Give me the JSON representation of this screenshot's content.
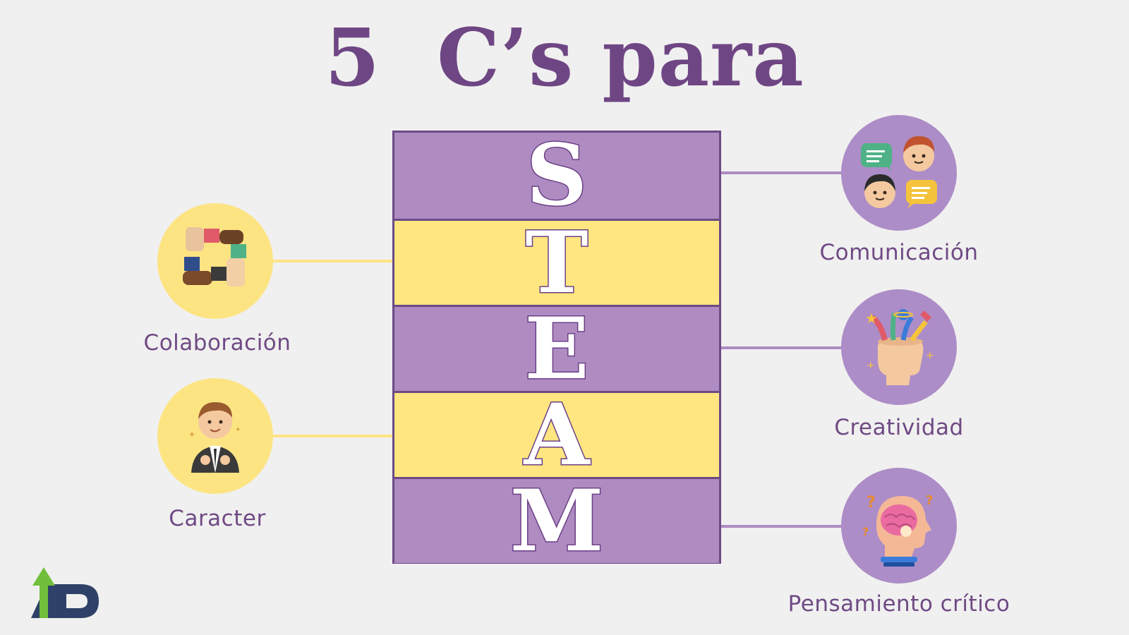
{
  "title": "5  C’s para",
  "steam_letters": [
    {
      "letter": "S",
      "color": "purple"
    },
    {
      "letter": "T",
      "color": "yellow"
    },
    {
      "letter": "E",
      "color": "purple"
    },
    {
      "letter": "A",
      "color": "yellow"
    },
    {
      "letter": "M",
      "color": "purple"
    }
  ],
  "skills": {
    "colaboracion": {
      "label": "Colaboración",
      "icon": "teamwork-hands-icon",
      "color": "#fde483"
    },
    "caracter": {
      "label": "Caracter",
      "icon": "confident-businessman-icon",
      "color": "#fde483"
    },
    "comunicacion": {
      "label": "Comunicación",
      "icon": "people-chat-icon",
      "color": "#ad8dc7"
    },
    "creatividad": {
      "label": "Creatividad",
      "icon": "creative-mind-icon",
      "color": "#ad8dc7"
    },
    "pensamiento": {
      "label": "Pensamiento crítico",
      "icon": "thinking-brain-icon",
      "color": "#ad8dc7"
    }
  },
  "colors": {
    "title": "#6f4684",
    "purple": "#ae8cc2",
    "yellow": "#ffe680",
    "label": "#6f4a84"
  },
  "logo": {
    "icon": "arrow-d-logo-icon"
  }
}
